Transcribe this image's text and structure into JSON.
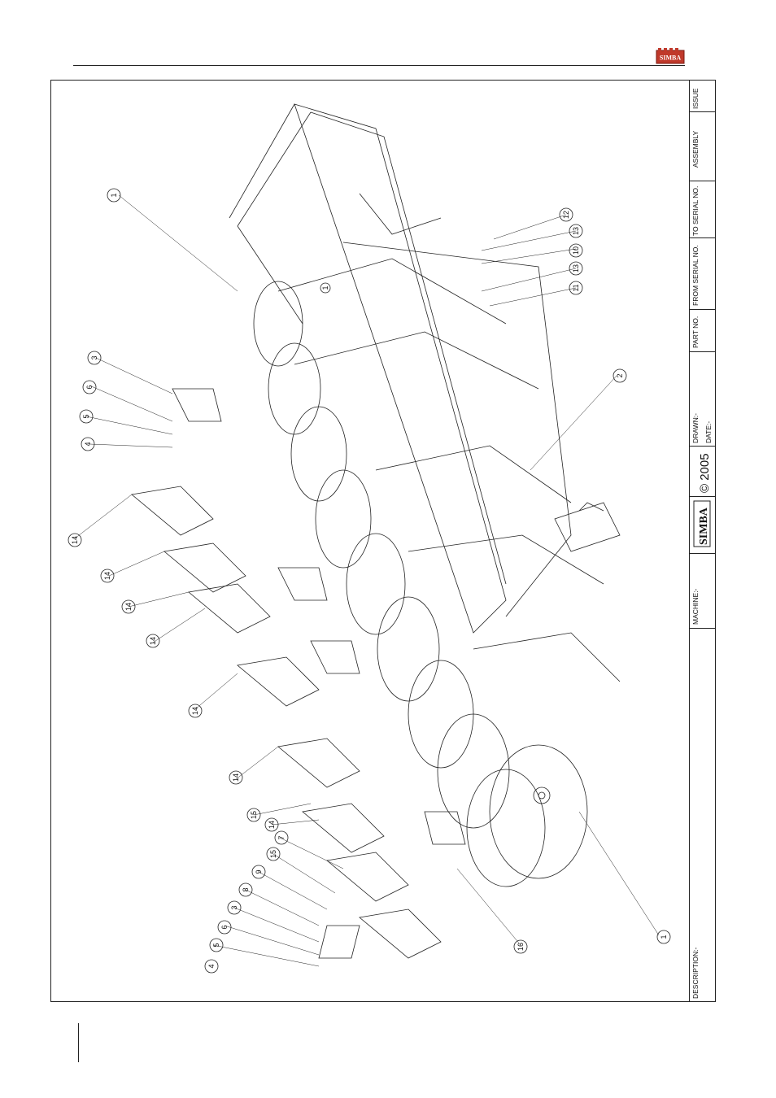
{
  "header": {
    "logo_text": "SIMBA"
  },
  "title_block": {
    "issue_label": "ISSUE",
    "assembly_label": "ASSEMBLY",
    "to_serial_label": "TO SERIAL NO.",
    "from_serial_label": "FROM SERIAL NO.",
    "part_no_label": "PART NO.",
    "drawn_label": "DRAWN:-",
    "date_label": "DATE:-",
    "copyright": "© 2005",
    "logo_text": "SIMBA",
    "machine_label": "MACHINE:-",
    "description_label": "DESCRIPTION:-"
  },
  "callouts": [
    "1",
    "1",
    "1",
    "2",
    "3",
    "4",
    "5",
    "6",
    "11",
    "13",
    "10",
    "13",
    "12",
    "14",
    "14",
    "14",
    "14",
    "14",
    "14",
    "15",
    "14",
    "7",
    "15",
    "9",
    "8",
    "3",
    "6",
    "5",
    "4",
    "16"
  ]
}
